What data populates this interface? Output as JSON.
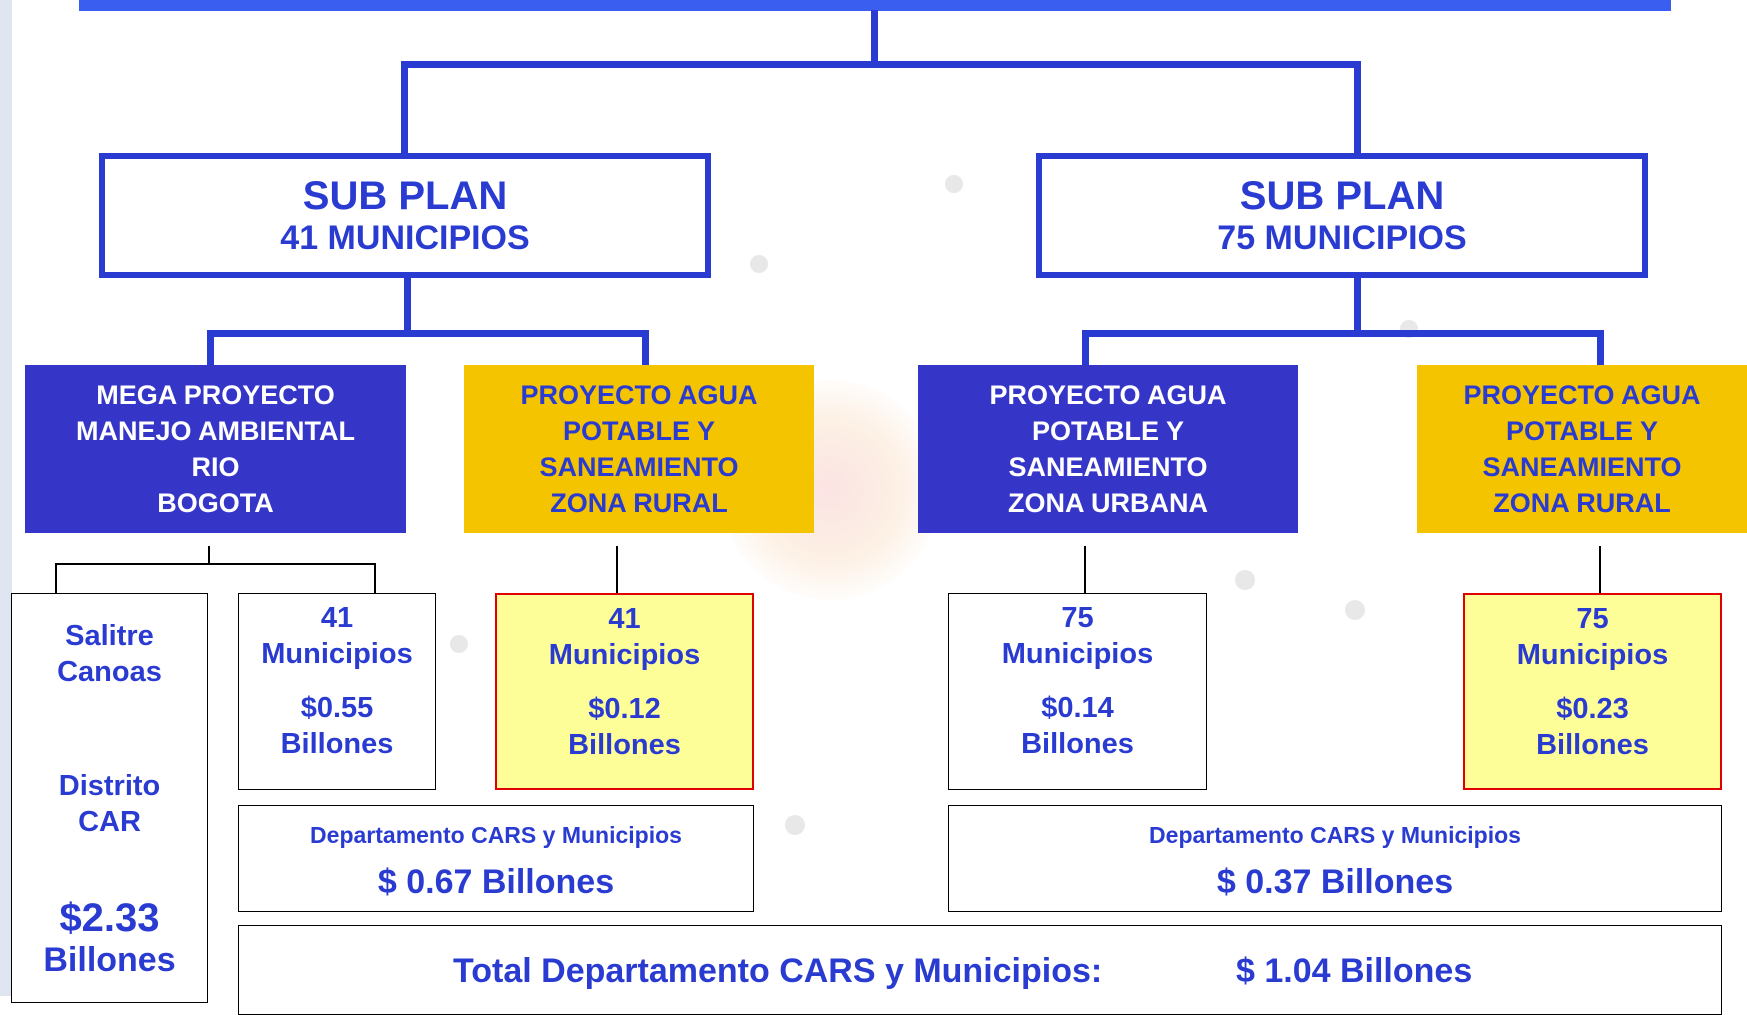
{
  "subplans": [
    {
      "title": "SUB PLAN",
      "subtitle": "41 MUNICIPIOS"
    },
    {
      "title": "SUB PLAN",
      "subtitle": "75 MUNICIPIOS"
    }
  ],
  "projects": [
    {
      "lines": [
        "MEGA PROYECTO",
        "MANEJO AMBIENTAL",
        "RIO",
        "BOGOTA"
      ],
      "color": "#3535c8"
    },
    {
      "lines": [
        "PROYECTO AGUA",
        "POTABLE Y",
        "SANEAMIENTO",
        "ZONA RURAL"
      ],
      "color": "#f5c400"
    },
    {
      "lines": [
        "PROYECTO AGUA",
        "POTABLE Y",
        "SANEAMIENTO",
        "ZONA URBANA"
      ],
      "color": "#3535c8"
    },
    {
      "lines": [
        "PROYECTO AGUA",
        "POTABLE Y",
        "SANEAMIENTO",
        "ZONA RURAL"
      ],
      "color": "#f5c400"
    }
  ],
  "salitre": {
    "l1": "Salitre",
    "l2": "Canoas",
    "l3": "Distrito",
    "l4": "CAR",
    "v1": "$2.33",
    "v2": "Billones"
  },
  "leaves": [
    {
      "count": "41",
      "label": "Municipios",
      "amount": "$0.55",
      "unit": "Billones"
    },
    {
      "count": "41",
      "label": "Municipios",
      "amount": "$0.12",
      "unit": "Billones"
    },
    {
      "count": "75",
      "label": "Municipios",
      "amount": "$0.14",
      "unit": "Billones"
    },
    {
      "count": "75",
      "label": "Municipios",
      "amount": "$0.23",
      "unit": "Billones"
    }
  ],
  "summaries": [
    {
      "label": "Departamento CARS y Municipios",
      "amount": "$ 0.67 Billones"
    },
    {
      "label": "Departamento CARS y Municipios",
      "amount": "$ 0.37 Billones"
    }
  ],
  "total": {
    "label": "Total Departamento CARS y Municipios:",
    "amount": "$ 1.04 Billones"
  },
  "colors": {
    "connector": "#2a3bd1",
    "yellow_leaf_fill": "#fefe99",
    "yellow_leaf_border": "#e00000"
  }
}
